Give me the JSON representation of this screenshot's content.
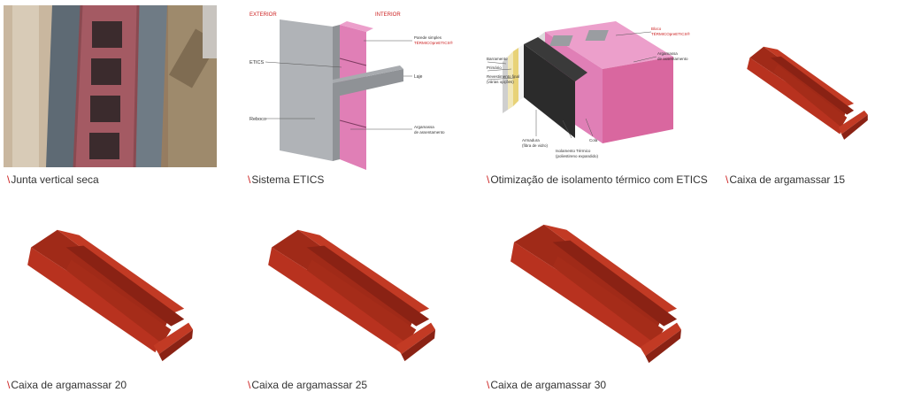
{
  "separator": "\\",
  "row1": [
    {
      "caption": "Junta vertical seca"
    },
    {
      "caption": "Sistema ETICS",
      "labels": {
        "exterior": "EXTERIOR",
        "interior": "INTERIOR",
        "etics": "ETICS",
        "reboco": "Reboco",
        "parede_line1": "Parede simples",
        "parede_line2": "TÉRMICOpreETICS®",
        "laje": "Laje",
        "argamassa_line1": "Argamassa",
        "argamassa_line2": "de assentamento"
      }
    },
    {
      "caption": "Otimização de isolamento térmico com ETICS",
      "labels": {
        "bloco_line1": "Bloco",
        "bloco_line2": "TÉRMICOpreETICS®",
        "argamassa_line1": "Argamassa",
        "argamassa_line2": "de assentamento",
        "barramento": "Barramento",
        "primario": "Primário",
        "revest_line1": "Revestimento final",
        "revest_line2": "(várias opções)",
        "armadura_line1": "Armadura",
        "armadura_line2": "(fibra de vidro)",
        "cola": "Cola",
        "isol_line1": "Isolamento Térmico",
        "isol_line2": "(poliestireno expandido)"
      }
    },
    {
      "caption": "Caixa de argamassar 15"
    }
  ],
  "row2": [
    {
      "caption": "Caixa de argamassar 20"
    },
    {
      "caption": "Caixa de argamassar 25"
    },
    {
      "caption": "Caixa de argamassar 30"
    }
  ],
  "colors": {
    "accent_red": "#cc1f1f",
    "tray_red": "#b8321f",
    "brick_pink": "#e07fb6",
    "caption_text": "#333333"
  }
}
